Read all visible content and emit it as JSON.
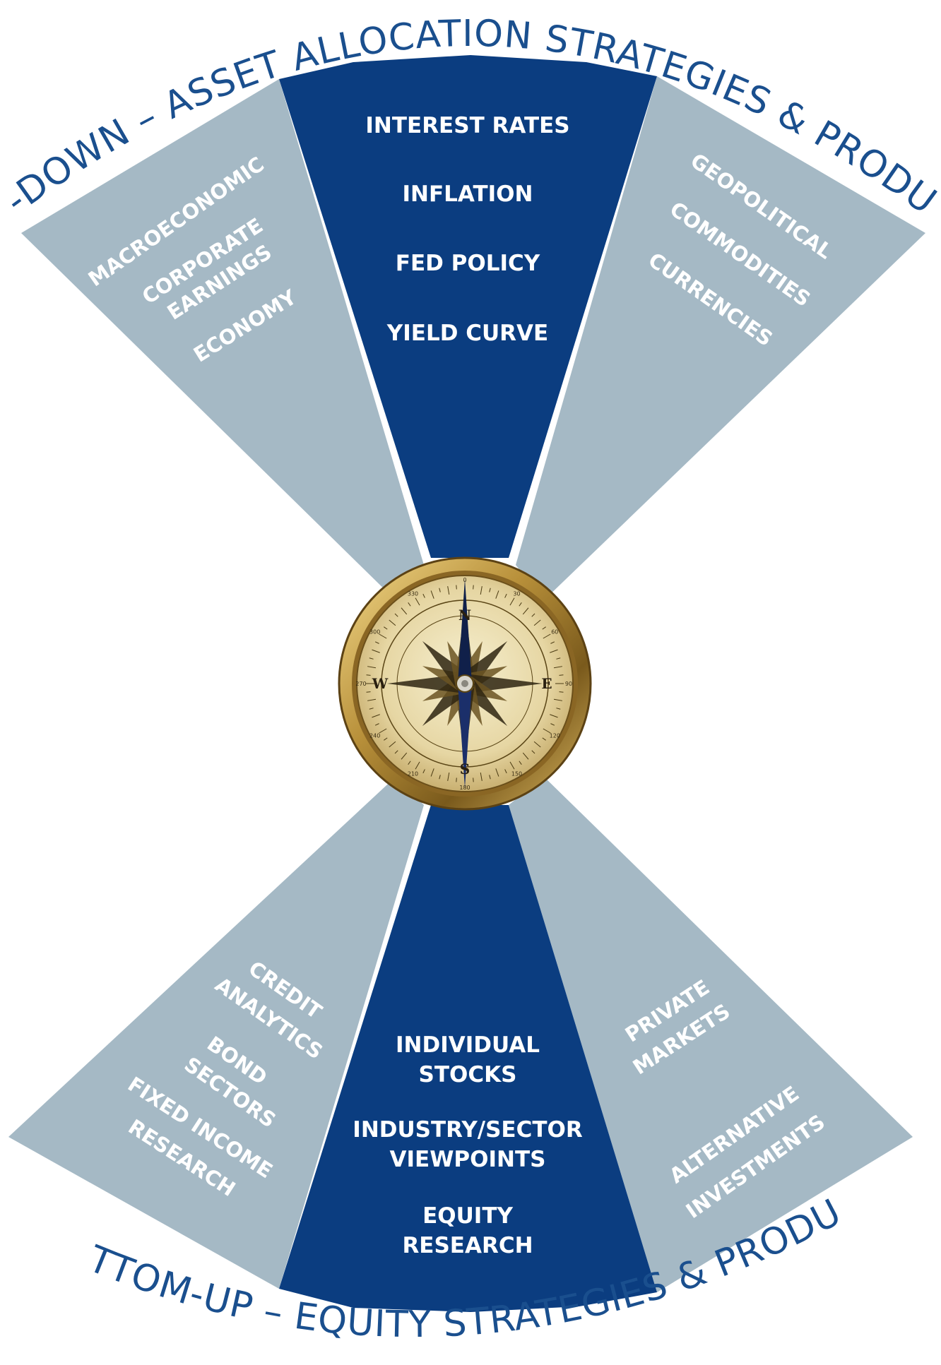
{
  "arcs": {
    "top": "TOP-DOWN – ASSET ALLOCATION STRATEGIES & PRODUCTS",
    "bottom": "BOTTOM-UP – EQUITY STRATEGIES & PRODUCTS"
  },
  "top_left": [
    "MACROECONOMIC",
    "CORPORATE",
    "EARNINGS",
    "ECONOMY"
  ],
  "top_center": [
    "INTEREST RATES",
    "INFLATION",
    "FED POLICY",
    "YIELD CURVE"
  ],
  "top_right": [
    "GEOPOLITICAL",
    "COMMODITIES",
    "CURRENCIES"
  ],
  "bottom_left": [
    "CREDIT",
    "ANALYTICS",
    "BOND",
    "SECTORS",
    "FIXED INCOME",
    "RESEARCH"
  ],
  "bottom_center": [
    "INDIVIDUAL",
    "STOCKS",
    "INDUSTRY/SECTOR",
    "VIEWPOINTS",
    "EQUITY",
    "RESEARCH"
  ],
  "bottom_right": [
    "PRIVATE",
    "MARKETS",
    "ALTERNATIVE",
    "INVESTMENTS"
  ],
  "compass": {
    "directions": {
      "n": "N",
      "e": "E",
      "s": "S",
      "w": "W"
    },
    "degrees": [
      "0",
      "30",
      "60",
      "90",
      "120",
      "150",
      "180",
      "210",
      "240",
      "270",
      "300",
      "330"
    ]
  },
  "colors": {
    "dark_blue": "#0b3d80",
    "light_blue_grey": "#a5b9c5",
    "arc_text": "#1a4f8e",
    "brass": "#b8903a"
  }
}
